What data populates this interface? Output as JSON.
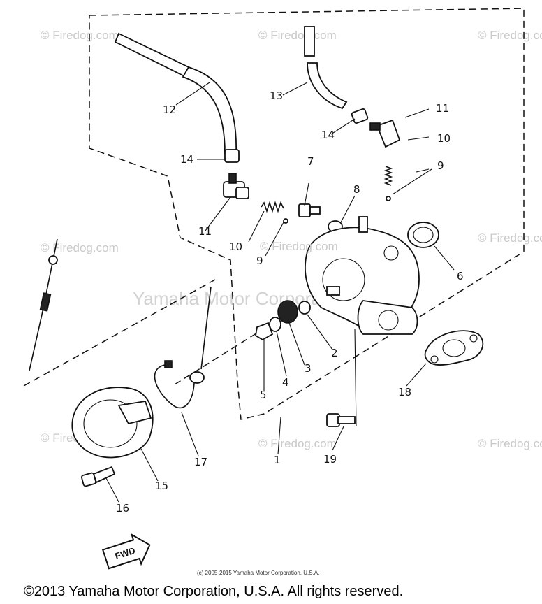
{
  "watermarks": {
    "site": "© Firedog.com",
    "site_center": "© Firedog.com",
    "brand": "Yamaha Motor Corporation"
  },
  "callouts": {
    "c1": "1",
    "c2": "2",
    "c3": "3",
    "c4": "4",
    "c5": "5",
    "c6": "6",
    "c7": "7",
    "c8": "8",
    "c9a": "9",
    "c9b": "9",
    "c10a": "10",
    "c10b": "10",
    "c11a": "11",
    "c11b": "11",
    "c12": "12",
    "c13": "13",
    "c14a": "14",
    "c14b": "14",
    "c15": "15",
    "c16": "16",
    "c17": "17",
    "c18": "18",
    "c19": "19"
  },
  "fwd_label": "FWD",
  "small_copyright": "(c) 2005-2015 Yamaha Motor Corporation, U.S.A.",
  "footer_copyright": "©2013 Yamaha Motor Corporation, U.S.A. All rights reserved."
}
